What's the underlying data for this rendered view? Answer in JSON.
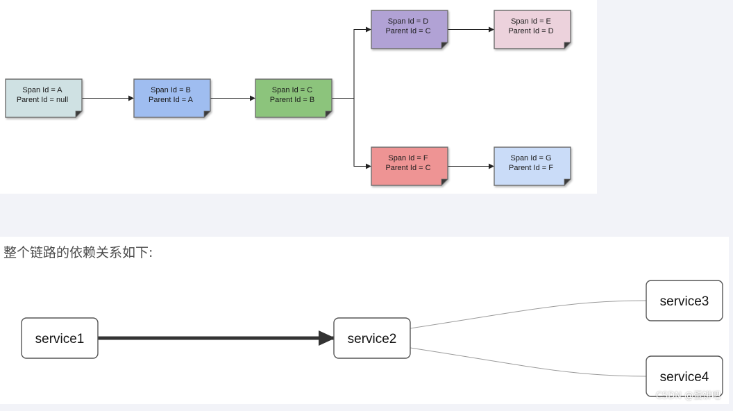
{
  "span_tree": {
    "spans": [
      {
        "id": "A",
        "line1": "Span Id = A",
        "line2": "Parent Id = null",
        "color": "#cfe1e3"
      },
      {
        "id": "B",
        "line1": "Span Id = B",
        "line2": "Parent Id = A",
        "color": "#9fbdf0"
      },
      {
        "id": "C",
        "line1": "Span Id = C",
        "line2": "Parent Id = B",
        "color": "#8cc47c"
      },
      {
        "id": "D",
        "line1": "Span Id = D",
        "line2": "Parent Id = C",
        "color": "#b1a2d5"
      },
      {
        "id": "E",
        "line1": "Span Id = E",
        "line2": "Parent Id = D",
        "color": "#ecd2dc"
      },
      {
        "id": "F",
        "line1": "Span Id = F",
        "line2": "Parent Id = C",
        "color": "#ee9494"
      },
      {
        "id": "G",
        "line1": "Span Id = G",
        "line2": "Parent Id = F",
        "color": "#cadcf8"
      }
    ],
    "edges": [
      [
        "A",
        "B"
      ],
      [
        "B",
        "C"
      ],
      [
        "C",
        "D"
      ],
      [
        "D",
        "E"
      ],
      [
        "C",
        "F"
      ],
      [
        "F",
        "G"
      ]
    ]
  },
  "dependency": {
    "caption": "整个链路的依赖关系如下:",
    "services": [
      {
        "id": "service1",
        "label": "service1"
      },
      {
        "id": "service2",
        "label": "service2"
      },
      {
        "id": "service3",
        "label": "service3"
      },
      {
        "id": "service4",
        "label": "service4"
      }
    ],
    "edges": [
      {
        "from": "service1",
        "to": "service2",
        "weight": "heavy"
      },
      {
        "from": "service2",
        "to": "service3",
        "weight": "light"
      },
      {
        "from": "service2",
        "to": "service4",
        "weight": "light"
      }
    ]
  },
  "watermark": "CSDN @蛋饼吧",
  "colors": {
    "note_border": "#6f6f6f",
    "heavy_edge": "#333333",
    "light_edge": "#9a9a9a",
    "node_border": "#555555"
  }
}
